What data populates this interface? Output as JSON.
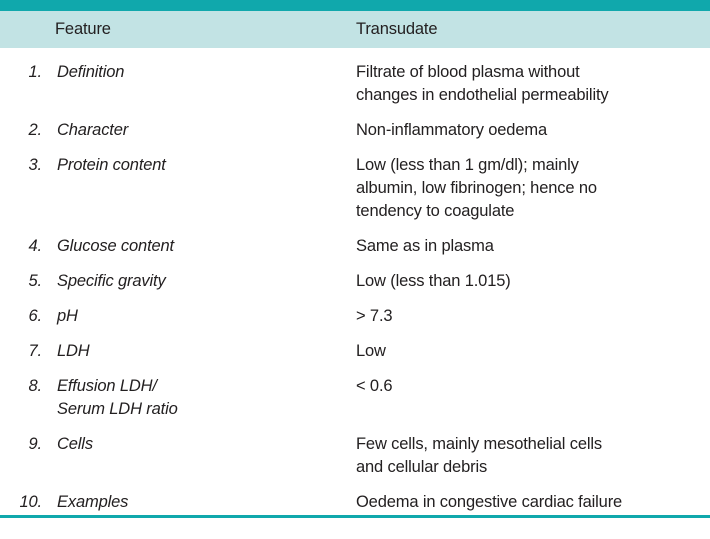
{
  "table": {
    "colors": {
      "accent_teal": "#10a8ac",
      "header_background": "#c2e3e4",
      "text": "#232021"
    },
    "header": {
      "feature_label": "Feature",
      "transudate_label": "Transudate"
    },
    "rows": [
      {
        "num": "1.",
        "feature": "Definition",
        "value": "Filtrate of blood plasma without\nchanges in endothelial permeability"
      },
      {
        "num": "2.",
        "feature": "Character",
        "value": "Non-inflammatory oedema"
      },
      {
        "num": "3.",
        "feature": "Protein content",
        "value": "Low (less than 1 gm/dl); mainly\nalbumin, low fibrinogen; hence no\ntendency to coagulate"
      },
      {
        "num": "4.",
        "feature": "Glucose content",
        "value": "Same as in plasma"
      },
      {
        "num": "5.",
        "feature": "Specific gravity",
        "value": "Low (less than 1.015)"
      },
      {
        "num": "6.",
        "feature": "pH",
        "value": "> 7.3"
      },
      {
        "num": "7.",
        "feature": "LDH",
        "value": "Low"
      },
      {
        "num": "8.",
        "feature": "Effusion LDH/\nSerum LDH ratio",
        "value": "< 0.6"
      },
      {
        "num": "9.",
        "feature": "Cells",
        "value": "Few cells, mainly mesothelial cells\nand cellular debris"
      },
      {
        "num": "10.",
        "feature": "Examples",
        "value": "Oedema in congestive cardiac failure"
      }
    ]
  }
}
